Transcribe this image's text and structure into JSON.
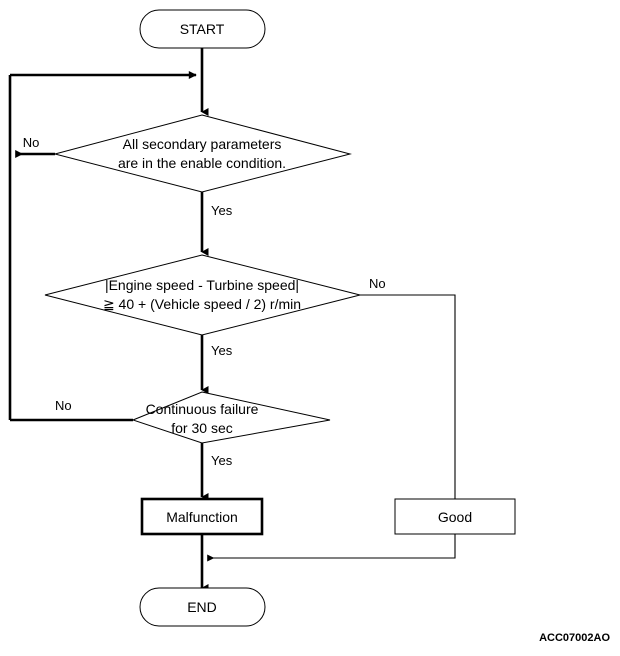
{
  "diagram": {
    "type": "flowchart",
    "reference_code": "ACC07002AO",
    "nodes": {
      "start": {
        "label": "START",
        "shape": "terminator"
      },
      "decision1": {
        "line1": "All secondary parameters",
        "line2": "are in the enable condition.",
        "shape": "decision"
      },
      "decision2": {
        "line1": "|Engine speed - Turbine speed|",
        "line2": "≧ 40 + (Vehicle speed / 2) r/min",
        "shape": "decision"
      },
      "decision3": {
        "line1": "Continuous failure",
        "line2": "for 30 sec",
        "shape": "decision"
      },
      "malfunction": {
        "label": "Malfunction",
        "shape": "process"
      },
      "good": {
        "label": "Good",
        "shape": "process"
      },
      "end": {
        "label": "END",
        "shape": "terminator"
      }
    },
    "edge_labels": {
      "d1_no": "No",
      "d1_yes": "Yes",
      "d2_no": "No",
      "d2_yes": "Yes",
      "d3_no": "No",
      "d3_yes": "Yes"
    },
    "colors": {
      "stroke": "#000000",
      "fill": "#ffffff",
      "text": "#000000"
    }
  }
}
